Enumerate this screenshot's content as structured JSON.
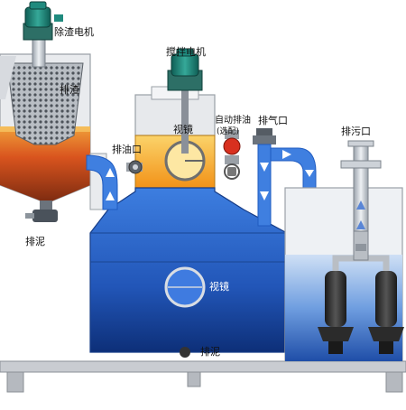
{
  "labels": {
    "slag_motor": "除渣电机",
    "slag_discharge": "排渣",
    "mud_left": "排泥",
    "mixer_motor": "搅拌电机",
    "sight_glass_top": "视镜",
    "auto_oil_drain": "自动排油",
    "optional": "(选配)",
    "vent": "排气口",
    "oil_drain_port": "排油口",
    "sewage_outlet": "排污口",
    "sight_glass_main": "视镜",
    "mud_bottom": "排泥"
  },
  "colors": {
    "water_blue": "#2f68c6",
    "oil_orange": "#f2a01e",
    "sludge_orange": "#d9541e",
    "motor_teal": "#1f8a7e",
    "arrow_blue": "#3f7fe0",
    "grey_panel": "#d6d9de"
  }
}
